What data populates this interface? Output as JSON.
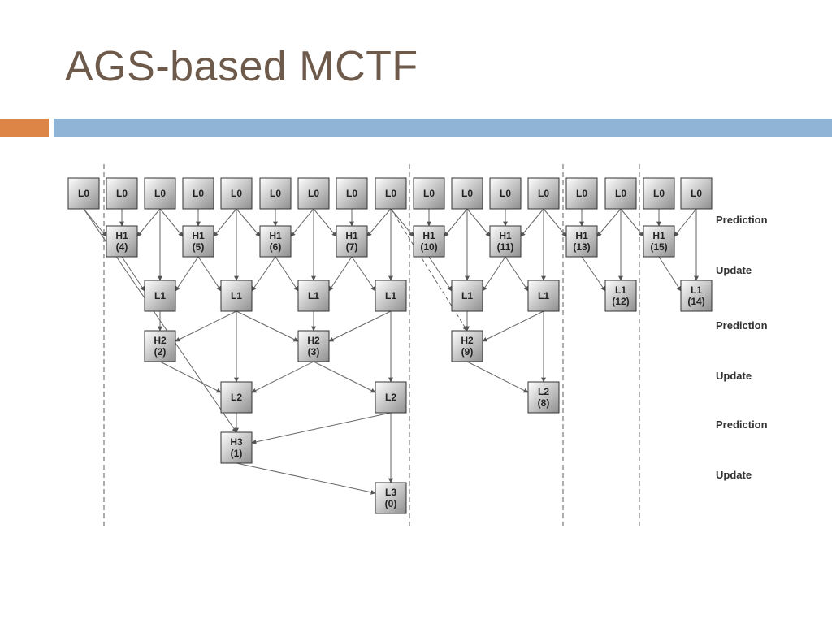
{
  "slide": {
    "title": "AGS-based MCTF",
    "accent_colors": {
      "orange": "#dd8547",
      "blue": "#8fb4d6"
    }
  },
  "diagram": {
    "row_labels": [
      "Prediction",
      "Update",
      "Prediction",
      "Update",
      "Prediction",
      "Update"
    ],
    "nodes": [
      {
        "id": "l0_0",
        "lines": [
          "L0"
        ]
      },
      {
        "id": "l0_1",
        "lines": [
          "L0"
        ]
      },
      {
        "id": "l0_2",
        "lines": [
          "L0"
        ]
      },
      {
        "id": "l0_3",
        "lines": [
          "L0"
        ]
      },
      {
        "id": "l0_4",
        "lines": [
          "L0"
        ]
      },
      {
        "id": "l0_5",
        "lines": [
          "L0"
        ]
      },
      {
        "id": "l0_6",
        "lines": [
          "L0"
        ]
      },
      {
        "id": "l0_7",
        "lines": [
          "L0"
        ]
      },
      {
        "id": "l0_8",
        "lines": [
          "L0"
        ]
      },
      {
        "id": "l0_9",
        "lines": [
          "L0"
        ]
      },
      {
        "id": "l0_10",
        "lines": [
          "L0"
        ]
      },
      {
        "id": "l0_11",
        "lines": [
          "L0"
        ]
      },
      {
        "id": "l0_12",
        "lines": [
          "L0"
        ]
      },
      {
        "id": "l0_13",
        "lines": [
          "L0"
        ]
      },
      {
        "id": "l0_14",
        "lines": [
          "L0"
        ]
      },
      {
        "id": "l0_15",
        "lines": [
          "L0"
        ]
      },
      {
        "id": "l0_16",
        "lines": [
          "L0"
        ]
      },
      {
        "id": "h1_4",
        "lines": [
          "H1",
          "(4)"
        ]
      },
      {
        "id": "h1_5",
        "lines": [
          "H1",
          "(5)"
        ]
      },
      {
        "id": "h1_6",
        "lines": [
          "H1",
          "(6)"
        ]
      },
      {
        "id": "h1_7",
        "lines": [
          "H1",
          "(7)"
        ]
      },
      {
        "id": "h1_10",
        "lines": [
          "H1",
          "(10)"
        ]
      },
      {
        "id": "h1_11",
        "lines": [
          "H1",
          "(11)"
        ]
      },
      {
        "id": "h1_13",
        "lines": [
          "H1",
          "(13)"
        ]
      },
      {
        "id": "h1_15",
        "lines": [
          "H1",
          "(15)"
        ]
      },
      {
        "id": "l1_a",
        "lines": [
          "L1"
        ]
      },
      {
        "id": "l1_b",
        "lines": [
          "L1"
        ]
      },
      {
        "id": "l1_c",
        "lines": [
          "L1"
        ]
      },
      {
        "id": "l1_d",
        "lines": [
          "L1"
        ]
      },
      {
        "id": "l1_e",
        "lines": [
          "L1"
        ]
      },
      {
        "id": "l1_f",
        "lines": [
          "L1"
        ]
      },
      {
        "id": "l1_12",
        "lines": [
          "L1",
          "(12)"
        ]
      },
      {
        "id": "l1_14",
        "lines": [
          "L1",
          "(14)"
        ]
      },
      {
        "id": "h2_2",
        "lines": [
          "H2",
          "(2)"
        ]
      },
      {
        "id": "h2_3",
        "lines": [
          "H2",
          "(3)"
        ]
      },
      {
        "id": "h2_9",
        "lines": [
          "H2",
          "(9)"
        ]
      },
      {
        "id": "l2_a",
        "lines": [
          "L2"
        ]
      },
      {
        "id": "l2_b",
        "lines": [
          "L2"
        ]
      },
      {
        "id": "l2_8",
        "lines": [
          "L2",
          "(8)"
        ]
      },
      {
        "id": "h3_1",
        "lines": [
          "H3",
          "(1)"
        ]
      },
      {
        "id": "l3_0",
        "lines": [
          "L3",
          "(0)"
        ]
      }
    ],
    "edges": [
      [
        "l0_1",
        "h1_4"
      ],
      [
        "l0_0",
        "h1_4"
      ],
      [
        "l0_2",
        "h1_4"
      ],
      [
        "l0_3",
        "h1_5"
      ],
      [
        "l0_2",
        "h1_5"
      ],
      [
        "l0_4",
        "h1_5"
      ],
      [
        "l0_5",
        "h1_6"
      ],
      [
        "l0_4",
        "h1_6"
      ],
      [
        "l0_6",
        "h1_6"
      ],
      [
        "l0_7",
        "h1_7"
      ],
      [
        "l0_6",
        "h1_7"
      ],
      [
        "l0_8",
        "h1_7"
      ],
      [
        "l0_9",
        "h1_10"
      ],
      [
        "l0_8",
        "h1_10"
      ],
      [
        "l0_10",
        "h1_10"
      ],
      [
        "l0_11",
        "h1_11"
      ],
      [
        "l0_10",
        "h1_11"
      ],
      [
        "l0_12",
        "h1_11"
      ],
      [
        "l0_13",
        "h1_13"
      ],
      [
        "l0_12",
        "h1_13"
      ],
      [
        "l0_14",
        "h1_13"
      ],
      [
        "l0_15",
        "h1_15"
      ],
      [
        "l0_14",
        "h1_15"
      ],
      [
        "l0_16",
        "h1_15"
      ],
      [
        "l0_2",
        "l1_a"
      ],
      [
        "h1_4",
        "l1_a"
      ],
      [
        "h1_5",
        "l1_a"
      ],
      [
        "l0_4",
        "l1_b"
      ],
      [
        "h1_5",
        "l1_b"
      ],
      [
        "h1_6",
        "l1_b"
      ],
      [
        "l0_6",
        "l1_c"
      ],
      [
        "h1_6",
        "l1_c"
      ],
      [
        "h1_7",
        "l1_c"
      ],
      [
        "l0_8",
        "l1_d"
      ],
      [
        "h1_7",
        "l1_d"
      ],
      [
        "l0_10",
        "l1_e"
      ],
      [
        "h1_10",
        "l1_e"
      ],
      [
        "h1_11",
        "l1_e"
      ],
      [
        "l0_12",
        "l1_f"
      ],
      [
        "h1_11",
        "l1_f"
      ],
      [
        "l0_14",
        "l1_12"
      ],
      [
        "h1_13",
        "l1_12"
      ],
      [
        "l0_16",
        "l1_14"
      ],
      [
        "h1_15",
        "l1_14"
      ],
      [
        "l1_a",
        "h2_2"
      ],
      [
        "l1_b",
        "h2_2"
      ],
      [
        "l1_c",
        "h2_3"
      ],
      [
        "l1_b",
        "h2_3"
      ],
      [
        "l1_d",
        "h2_3"
      ],
      [
        "l1_e",
        "h2_9"
      ],
      [
        "l1_f",
        "h2_9"
      ],
      [
        "l0_8",
        "h2_9"
      ],
      [
        "l1_b",
        "l2_a"
      ],
      [
        "h2_2",
        "l2_a"
      ],
      [
        "h2_3",
        "l2_a"
      ],
      [
        "l1_d",
        "l2_b"
      ],
      [
        "h2_3",
        "l2_b"
      ],
      [
        "l1_f",
        "l2_8"
      ],
      [
        "h2_9",
        "l2_8"
      ],
      [
        "l2_a",
        "h3_1"
      ],
      [
        "l2_b",
        "h3_1"
      ],
      [
        "l0_0",
        "h3_1"
      ],
      [
        "l2_b",
        "l3_0"
      ],
      [
        "h3_1",
        "l3_0"
      ]
    ]
  }
}
